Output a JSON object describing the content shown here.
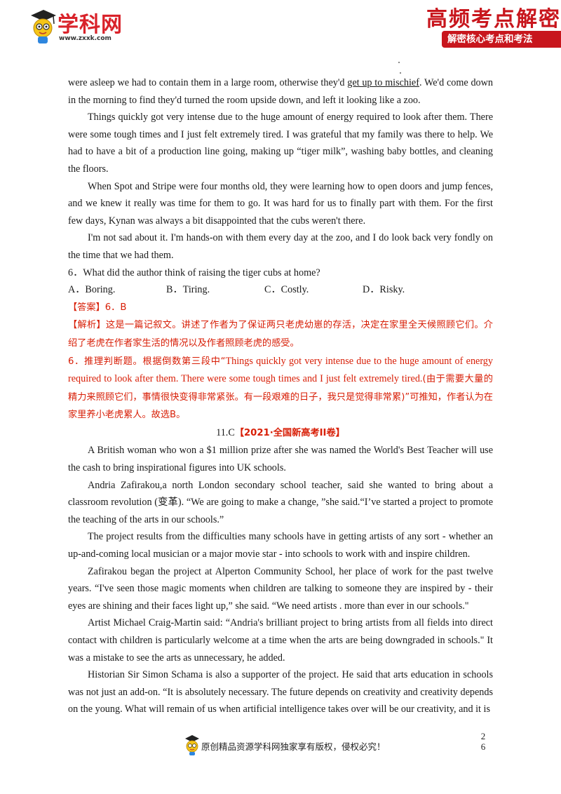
{
  "header": {
    "logo_text": "学科网",
    "logo_url": "www.zxxk.com",
    "brand_title": "高频考点解密",
    "brand_subtitle": "解密核心考点和考法"
  },
  "passage_end": {
    "p1_before": "were asleep we had to contain them in a large room, otherwise they'd ",
    "p1_underlined": "get up to mischief",
    "p1_after": ". We'd come down in the morning to find they'd turned the room upside down, and left it looking like a zoo.",
    "p2": "Things quickly got very intense due to the huge amount of energy required to look after them. There were some tough times and I just felt extremely tired. I was grateful that my family was there to help. We had to have a bit of a production line going, making up “tiger milk”, washing baby bottles, and cleaning the floors.",
    "p3": "When Spot and Stripe were four months old, they were learning how to open doors and jump fences, and we knew it really was time for them to go. It was hard for us to finally part with them. For the first few days, Kynan was always a bit disappointed that the cubs weren't there.",
    "p4": "I'm not sad about it. I'm hands-on with them every day at the zoo, and I do look back very fondly on the time that we had them."
  },
  "question": {
    "stem": "6．What did the author think of raising the tiger cubs at home?",
    "options": [
      "A．Boring.",
      "B．Tiring.",
      "C．Costly.",
      "D．Risky."
    ]
  },
  "answer": {
    "answer_line": "【答案】6．B",
    "analysis_line": "【解析】这是一篇记叙文。讲述了作者为了保证两只老虎幼崽的存活，决定在家里全天候照顾它们。介绍了老虎在作者家生活的情况以及作者照顾老虎的感受。",
    "reasoning_prefix": "6．推理判断题。根据倒数第三段中“",
    "reasoning_quote": "Things quickly got very intense due to the huge amount of energy required to look after them. There were some tough times and I just felt extremely tired.",
    "reasoning_suffix": "(由于需要大量的精力来照顾它们，事情很快变得非常紧张。有一段艰难的日子，我只是觉得非常累)”可推知，作者认为在家里养小老虎累人。故选B。"
  },
  "section": {
    "number": "11.C",
    "source": "【2021·全国新高考II卷】"
  },
  "new_passage": [
    "A British woman who won a $1 million prize after she was named the World's Best Teacher will use the cash to bring inspirational figures into UK schools.",
    "Andria Zafirakou,a north London secondary school teacher, said she wanted to bring about a classroom revolution (变革). “We are going to make a change, ”she said.“I’ve started a project to promote the teaching of the arts in our schools.”",
    "The project results from the difficulties many schools have in getting artists of any sort - whether an up-and-coming local musician or a major movie star - into schools to work with and inspire children.",
    "Zafirakou began the project at Alperton Community School, her place of work for the past twelve years. “I've seen those magic moments when children are talking to someone they are inspired by - their eyes are shining and their faces light up,” she said. “We need artists . more than ever in our schools.\"",
    "Artist Michael Craig-Martin said: “Andria's brilliant project to bring artists from all fields into direct contact with children is particularly welcome at a time when the arts are being downgraded in schools.\" It was a mistake to see the arts as unnecessary, he added.",
    "Historian Sir Simon Schama is also a supporter of the project. He said that arts education in schools was not just an add-on. “It is absolutely necessary. The future depends on creativity and creativity depends on the young. What will remain of us when artificial intelligence takes over will be our creativity, and it is"
  ],
  "footer": {
    "copyright": "原创精品资源学科网独家享有版权，侵权必究！",
    "page_top": "2",
    "page_bottom": "6"
  },
  "colors": {
    "brand_red": "#c8161d",
    "answer_red": "#d81e06"
  }
}
